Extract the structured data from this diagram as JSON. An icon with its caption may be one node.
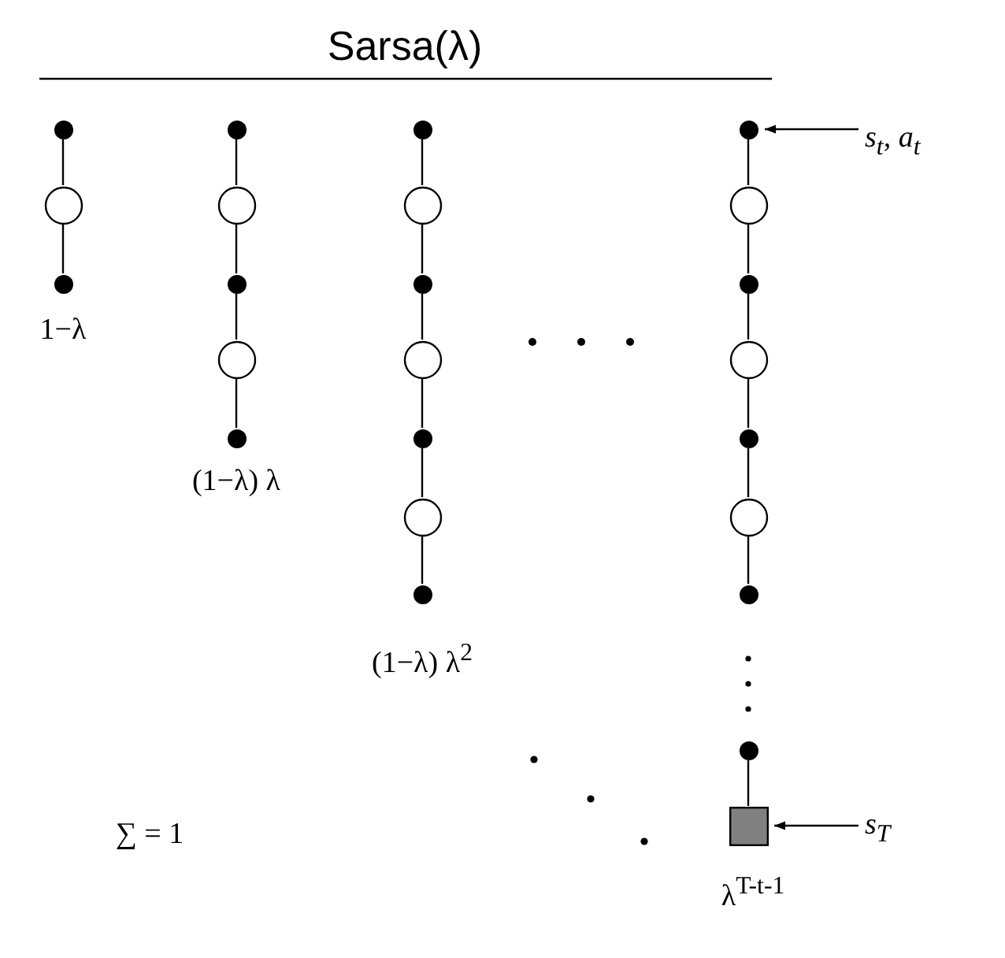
{
  "diagram": {
    "title": "Sarsa(λ)",
    "nodes": [
      {
        "text": [],
        "shape": "dot"
      },
      {
        "text": [],
        "shape": "circle"
      },
      {
        "text": [],
        "shape": "dot"
      },
      {
        "text": [],
        "shape": "dot"
      },
      {
        "text": [],
        "shape": "circle"
      },
      {
        "text": [],
        "shape": "dot"
      },
      {
        "text": [],
        "shape": "circle"
      },
      {
        "text": [],
        "shape": "dot"
      },
      {
        "text": [],
        "shape": "dot"
      },
      {
        "text": [],
        "shape": "circle"
      },
      {
        "text": [],
        "shape": "dot"
      },
      {
        "text": [],
        "shape": "circle"
      },
      {
        "text": [],
        "shape": "dot"
      },
      {
        "text": [],
        "shape": "circle"
      },
      {
        "text": [],
        "shape": "dot"
      },
      {
        "text": [],
        "shape": "dot"
      },
      {
        "text": [],
        "shape": "circle"
      },
      {
        "text": [],
        "shape": "dot"
      },
      {
        "text": [],
        "shape": "circle"
      },
      {
        "text": [],
        "shape": "dot"
      },
      {
        "text": [],
        "shape": "circle"
      },
      {
        "text": [],
        "shape": "dot"
      },
      {
        "text": [],
        "shape": "dot"
      },
      {
        "text": [],
        "shape": "box"
      },
      {
        "text": [
          "s$_{t}$, a$_{t}$"
        ]
      },
      {
        "text": [
          "s$_{T}$"
        ]
      }
    ],
    "edges": [
      {
        "from": 0,
        "to": 1,
        "arrow": "none"
      },
      {
        "from": 1,
        "to": 2,
        "arrow": "none"
      },
      {
        "from": 3,
        "to": 4,
        "arrow": "none"
      },
      {
        "from": 4,
        "to": 5,
        "arrow": "none"
      },
      {
        "from": 5,
        "to": 6,
        "arrow": "none"
      },
      {
        "from": 6,
        "to": 7,
        "arrow": "none"
      },
      {
        "from": 8,
        "to": 9,
        "arrow": "none"
      },
      {
        "from": 9,
        "to": 10,
        "arrow": "none"
      },
      {
        "from": 10,
        "to": 11,
        "arrow": "none"
      },
      {
        "from": 11,
        "to": 12,
        "arrow": "none"
      },
      {
        "from": 12,
        "to": 13,
        "arrow": "none"
      },
      {
        "from": 13,
        "to": 14,
        "arrow": "none"
      },
      {
        "from": 15,
        "to": 16,
        "arrow": "none"
      },
      {
        "from": 16,
        "to": 17,
        "arrow": "none"
      },
      {
        "from": 17,
        "to": 18,
        "arrow": "none"
      },
      {
        "from": 18,
        "to": 19,
        "arrow": "none"
      },
      {
        "from": 19,
        "to": 20,
        "arrow": "none"
      },
      {
        "from": 20,
        "to": 21,
        "arrow": "none"
      },
      {
        "from": 22,
        "to": 23,
        "arrow": "none"
      },
      {
        "from": 24,
        "to": 15,
        "arrow": "to"
      },
      {
        "from": 25,
        "to": 23,
        "arrow": "to"
      }
    ],
    "labels": [
      "1−λ",
      "(1−λ) λ",
      "(1−λ) λ$^{2}$",
      "∑ = 1",
      "λ$^{T-t-1}$"
    ]
  }
}
